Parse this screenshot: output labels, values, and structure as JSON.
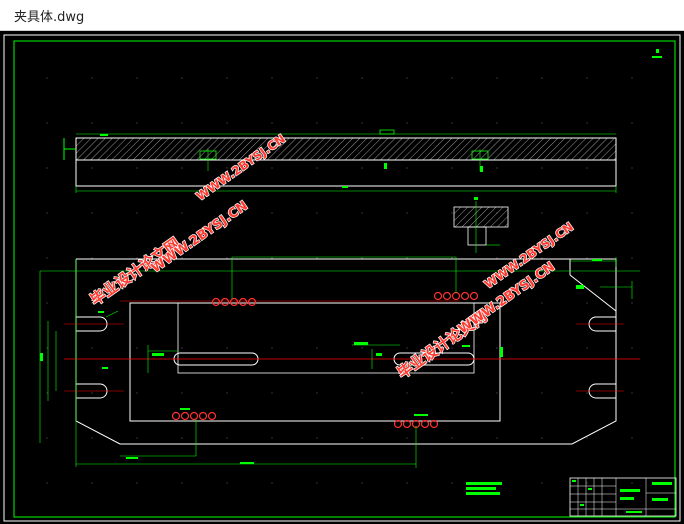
{
  "window": {
    "title": "夹具体.dwg"
  },
  "watermark": {
    "cn": "毕业设计论文网",
    "url": "WWW.2BYSJ.CN"
  },
  "colors": {
    "background": "#000000",
    "outline": "#ffffff",
    "dimension": "#00ff00",
    "centerline": "#ff0000",
    "hatch": "#ffffff",
    "watermark": "#ff3b30"
  }
}
